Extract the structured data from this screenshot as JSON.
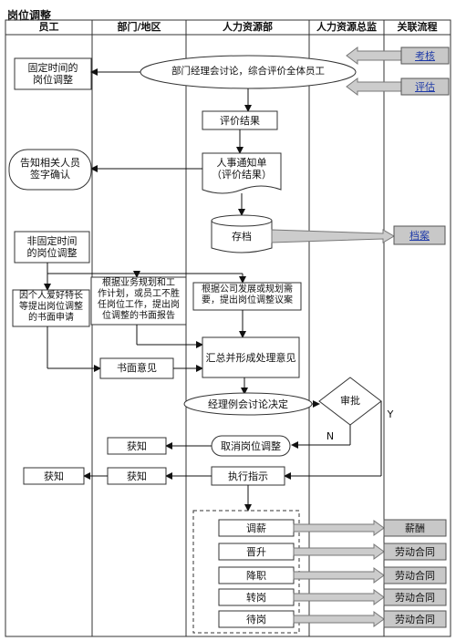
{
  "title": "岗位调整",
  "headers": [
    "员工",
    "部门/地区",
    "人力资源部",
    "人力资源总监",
    "关联流程"
  ],
  "nodes": {
    "fixed_time": "固定时间的\n岗位调整",
    "discuss_eval": "部门经理会讨论，综合评价全体员工",
    "eval_result": "评价结果",
    "notice": "人事通知单\n（评价结果）",
    "inform_sign": "告知相关人员\n签字确认",
    "archive": "存档",
    "non_fixed_time": "非固定时间\n的岗位调整",
    "personal_request": "因个人爱好特长\n等提出岗位调整\n的书面申请",
    "dept_report": "根据业务规划和工\n作计划，或员工不胜\n任岗位工作，提出岗\n位调整的书面报告",
    "hr_proposal": "根据公司发展或规划需\n要，提出岗位调整议案",
    "written_opinion": "书面意见",
    "summarize": "汇总并形成处理意见",
    "manager_meeting": "经理例会讨论决定",
    "approve": "审批",
    "no_label": "N",
    "yes_label": "Y",
    "cancel": "取消岗位调整",
    "informed_dept": "获知",
    "execute": "执行指示",
    "informed_dept2": "获知",
    "informed_emp": "获知",
    "actions": [
      "调薪",
      "晋升",
      "降职",
      "转岗",
      "待岗"
    ]
  },
  "related": {
    "assessment": "考核",
    "evaluation": "评估",
    "archive": "档案",
    "salary": "薪酬",
    "contracts": [
      "劳动合同",
      "劳动合同",
      "劳动合同",
      "劳动合同"
    ]
  }
}
